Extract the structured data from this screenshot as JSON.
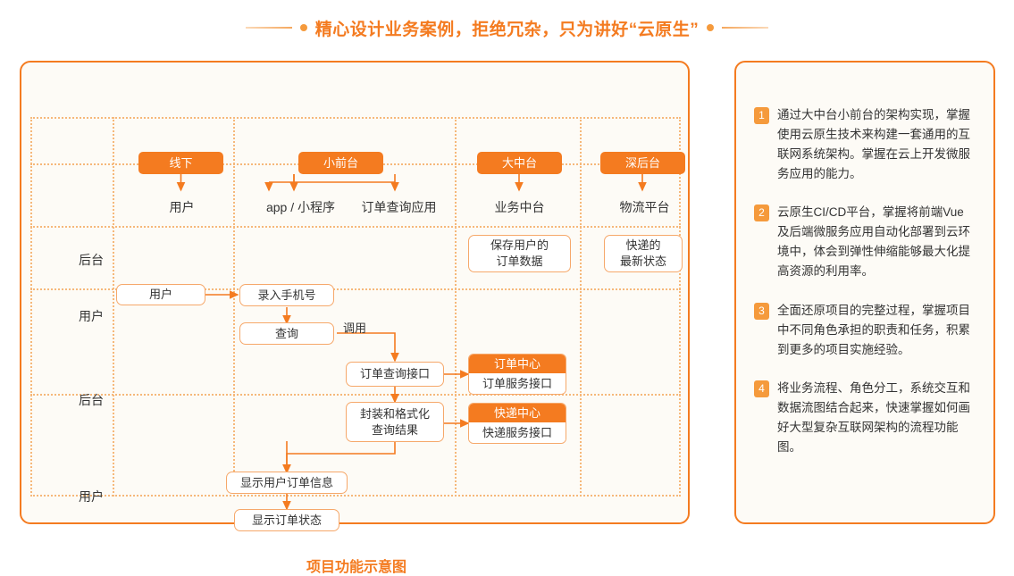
{
  "banner": {
    "title": "精心设计业务案例，拒绝冗杂，只为讲好“云原生”",
    "accent": "#F47B20"
  },
  "diagram": {
    "caption": "项目功能示意图",
    "tabs": [
      {
        "label": "线下"
      },
      {
        "label": "小前台"
      },
      {
        "label": "大中台"
      },
      {
        "label": "深后台"
      }
    ],
    "columns": [
      {
        "label": "用户"
      },
      {
        "label": "app / 小程序"
      },
      {
        "label": "订单查询应用"
      },
      {
        "label": "业务中台"
      },
      {
        "label": "物流平台"
      }
    ],
    "lanes": [
      {
        "label": ""
      },
      {
        "label": "后台"
      },
      {
        "label": "用户"
      },
      {
        "label": "后台"
      },
      {
        "label": "用户"
      }
    ],
    "nodes": [
      {
        "id": "save-order-data",
        "label": "保存用户的\n订单数据"
      },
      {
        "id": "express-latest-status",
        "label": "快递的\n最新状态"
      },
      {
        "id": "user",
        "label": "用户"
      },
      {
        "id": "input-phone",
        "label": "录入手机号"
      },
      {
        "id": "query",
        "label": "查询"
      },
      {
        "id": "order-query-api",
        "label": "订单查询接口"
      },
      {
        "id": "wrap-format-result",
        "label": "封装和格式化\n查询结果"
      },
      {
        "id": "show-user-order-info",
        "label": "显示用户订单信息"
      },
      {
        "id": "show-order-status",
        "label": "显示订单状态"
      }
    ],
    "services": [
      {
        "id": "order-center",
        "head": "订单中心",
        "body": "订单服务接口"
      },
      {
        "id": "express-center",
        "head": "快递中心",
        "body": "快递服务接口"
      }
    ],
    "edge_labels": [
      {
        "id": "invoke",
        "label": "调用"
      }
    ],
    "colors": {
      "accent": "#F47B20",
      "accent_light": "#F59A3C",
      "border_dotted": "#F6B87A",
      "node_border": "#F6A86A",
      "card_bg": "#FDFBF6"
    }
  },
  "points": {
    "items": [
      {
        "num": "1",
        "text": "通过大中台小前台的架构实现，掌握使用云原生技术来构建一套通用的互联网系统架构。掌握在云上开发微服务应用的能力。"
      },
      {
        "num": "2",
        "text": "云原生CI/CD平台，掌握将前端Vue及后端微服务应用自动化部署到云环境中，体会到弹性伸缩能够最大化提高资源的利用率。"
      },
      {
        "num": "3",
        "text": "全面还原项目的完整过程，掌握项目中不同角色承担的职责和任务，积累到更多的项目实施经验。"
      },
      {
        "num": "4",
        "text": "将业务流程、角色分工，系统交互和数据流图结合起来，快速掌握如何画好大型复杂互联网架构的流程功能图。"
      }
    ]
  }
}
